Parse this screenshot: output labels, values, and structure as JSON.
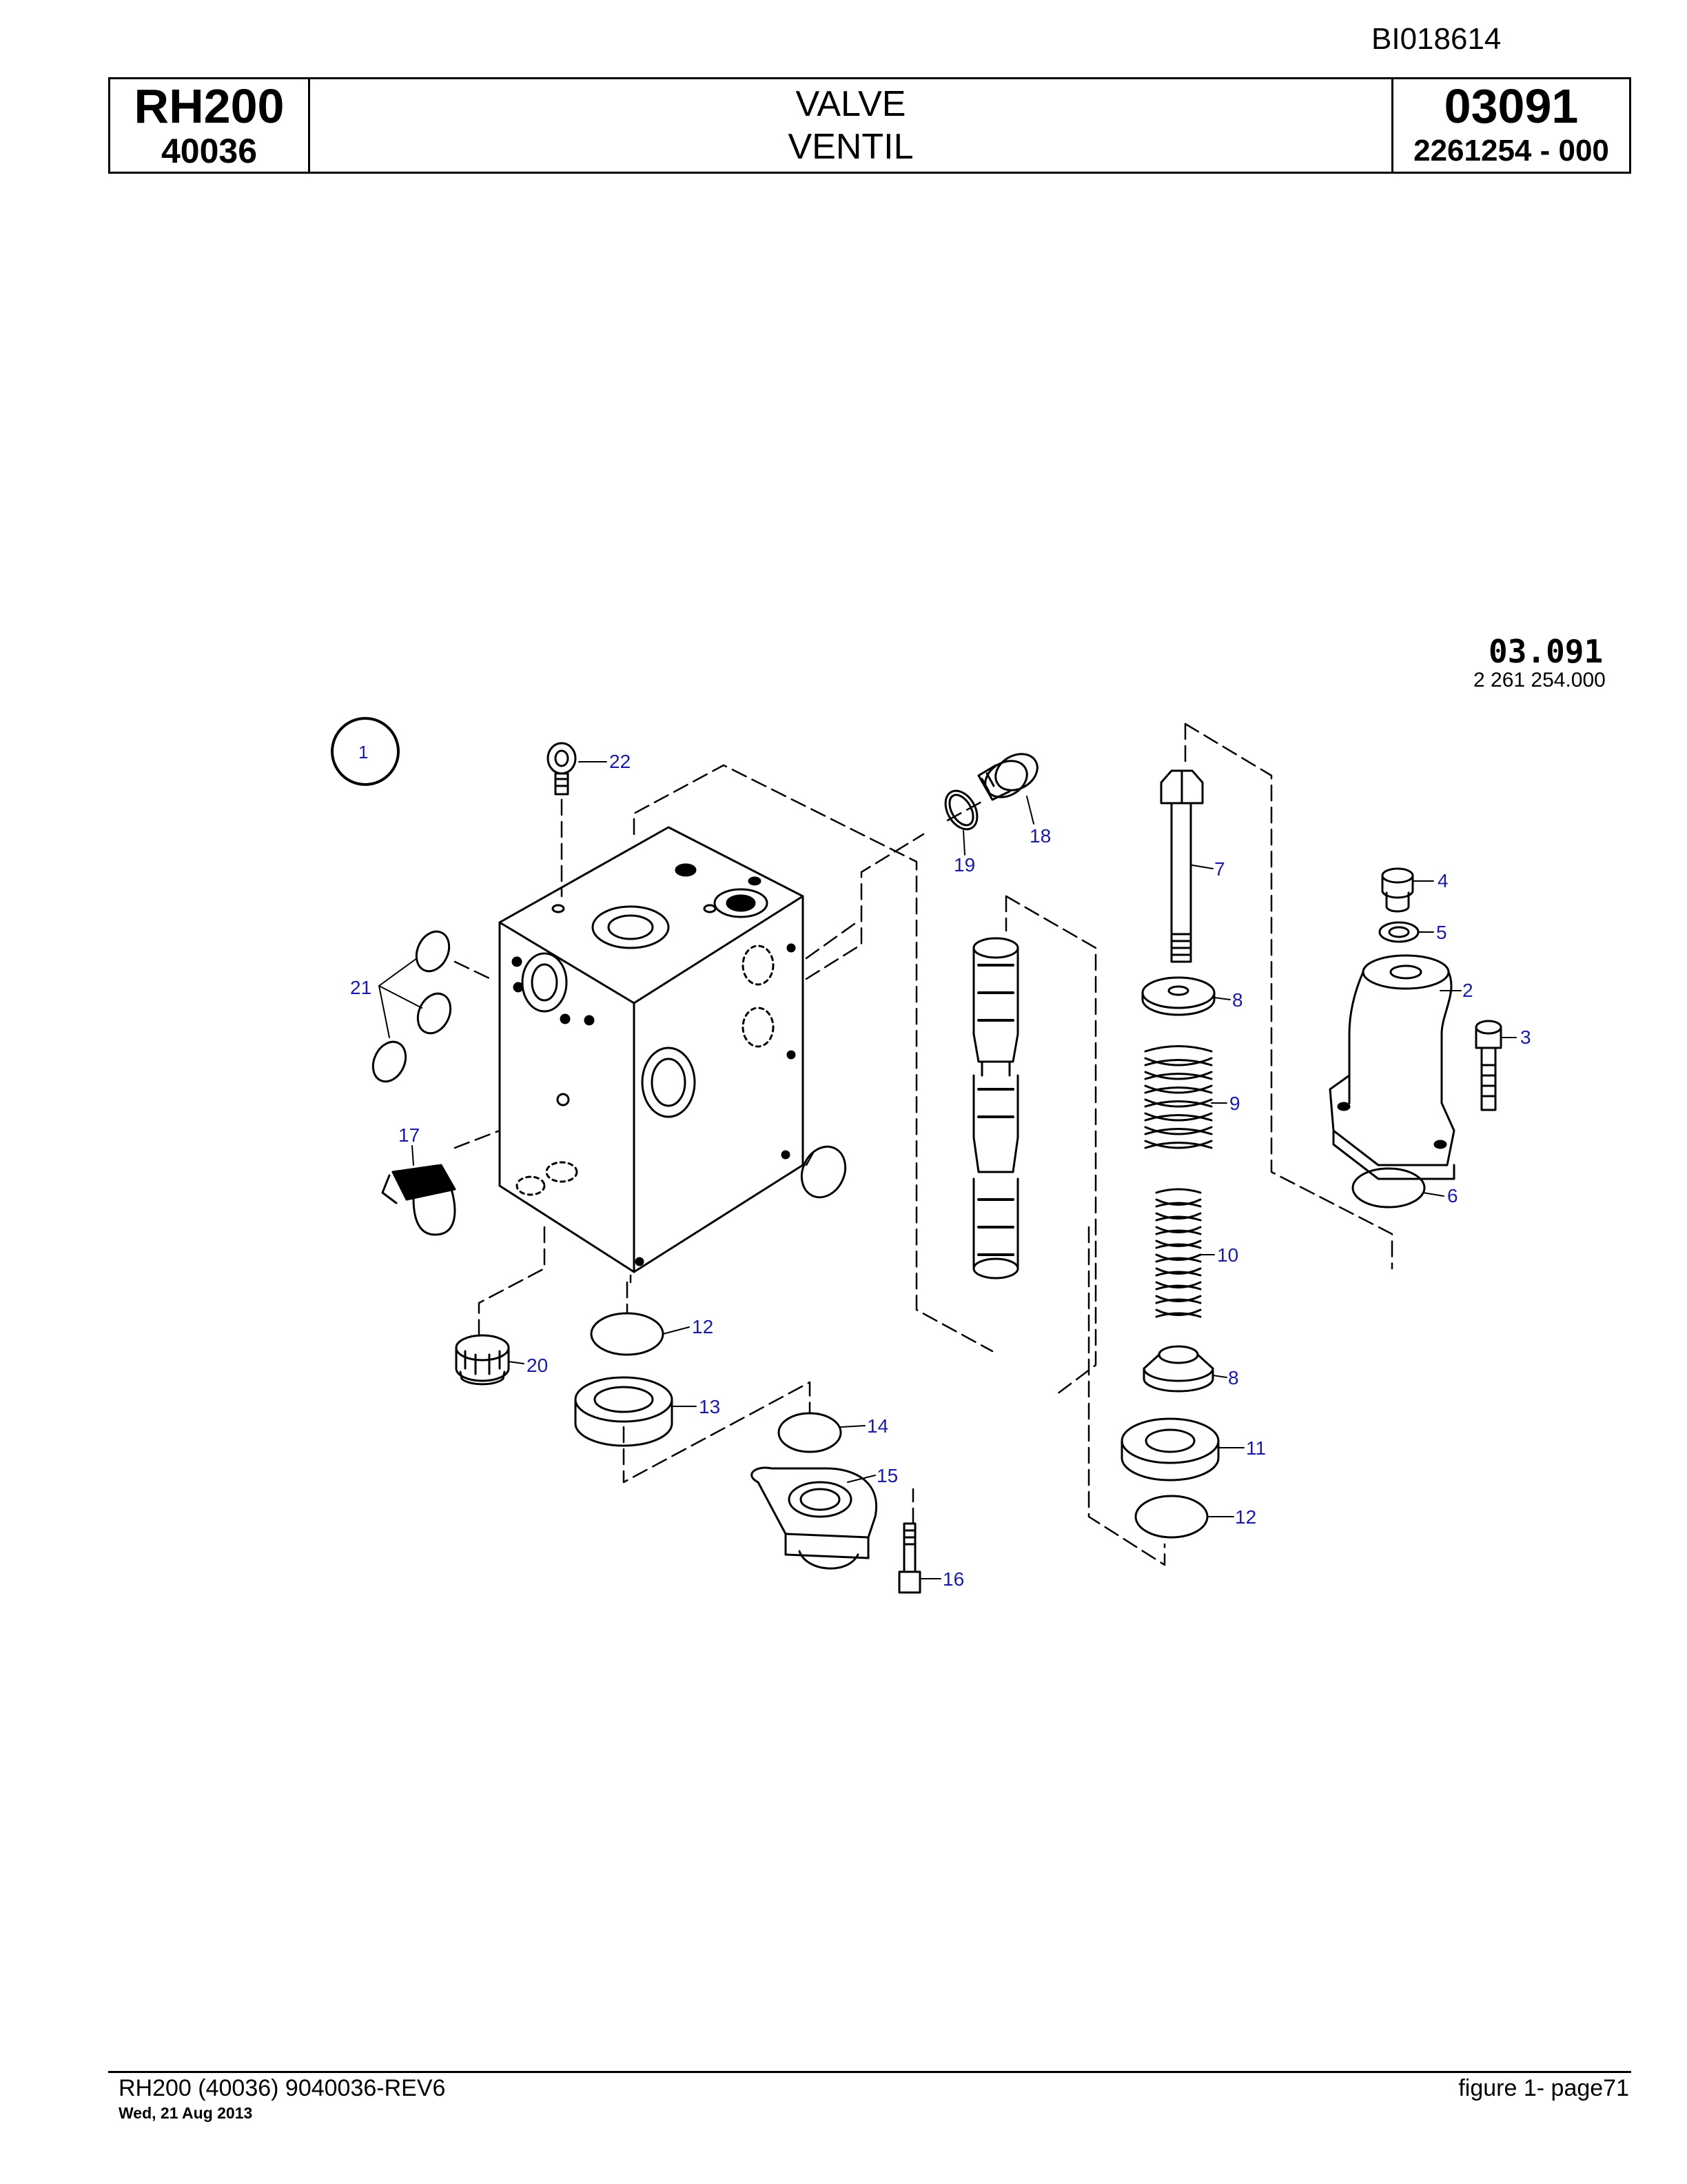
{
  "doc_id": "BI018614",
  "header": {
    "model": "RH200",
    "serial": "40036",
    "title_en": "VALVE",
    "title_de": "VENTIL",
    "group": "03091",
    "part_no": "2261254  - 000"
  },
  "figure": {
    "code": "03.091",
    "part": "2 261 254.000",
    "callouts": [
      "1",
      "2",
      "3",
      "4",
      "5",
      "6",
      "7",
      "8",
      "9",
      "10",
      "8",
      "11",
      "12",
      "12",
      "13",
      "14",
      "15",
      "16",
      "17",
      "18",
      "19",
      "20",
      "21",
      "22"
    ]
  },
  "footer": {
    "left": "RH200 (40036) 9040036-REV6",
    "date": "Wed, 21 Aug 2013",
    "right": "figure  1- page71"
  }
}
